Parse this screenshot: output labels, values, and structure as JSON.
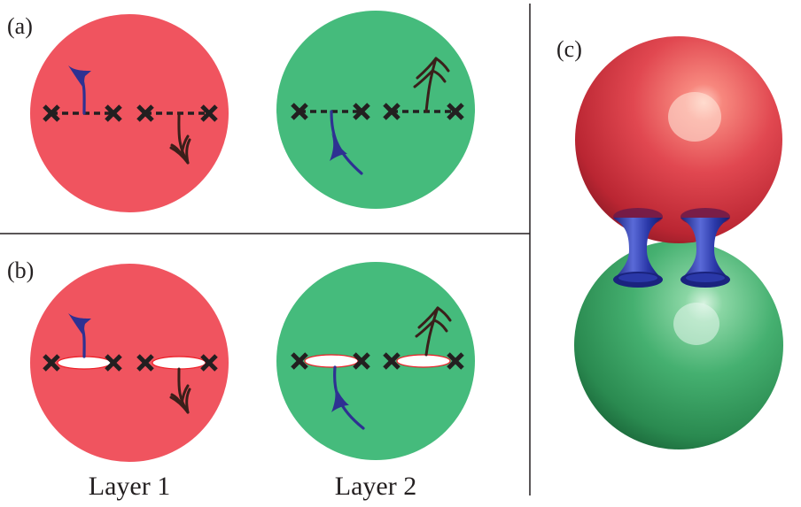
{
  "panels": {
    "a": {
      "label": "(a)"
    },
    "b": {
      "label": "(b)"
    },
    "c": {
      "label": "(c)"
    }
  },
  "layers": {
    "layer1": {
      "label": "Layer 1",
      "color": "#f0545f"
    },
    "layer2": {
      "label": "Layer 2",
      "color": "#45bb7c"
    }
  },
  "colors": {
    "blue_curve": "#2e3192",
    "brown_curve": "#3a1f1a",
    "red_sphere": "#d8333e",
    "green_sphere": "#3aa566",
    "tube": "#1f2a8a"
  }
}
